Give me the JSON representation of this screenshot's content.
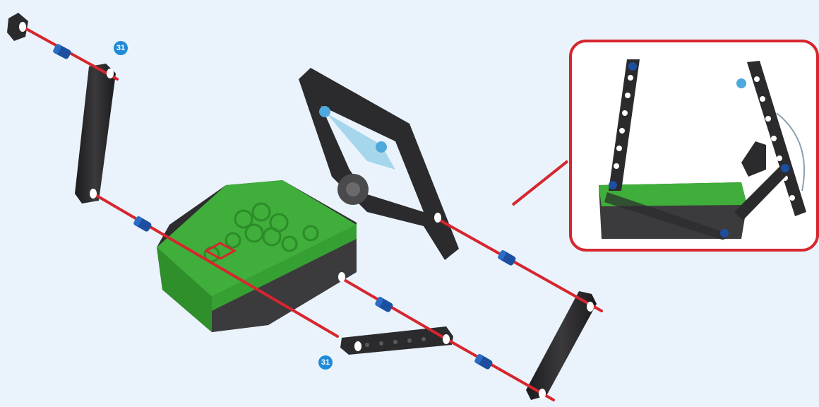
{
  "figure": {
    "part_callouts": [
      {
        "id": "callout-top",
        "label": "31"
      },
      {
        "id": "callout-bottom",
        "label": "31"
      }
    ],
    "colors": {
      "background": "#eaf3fb",
      "connector_line": "#d6262f",
      "detail_frame": "#d6262f",
      "callout_badge": "#1f8ad8",
      "beam": "#2b2a2c",
      "pin": "#1d4fa0",
      "base_top": "#3fae3a",
      "base_side": "#3a3a3a"
    }
  }
}
